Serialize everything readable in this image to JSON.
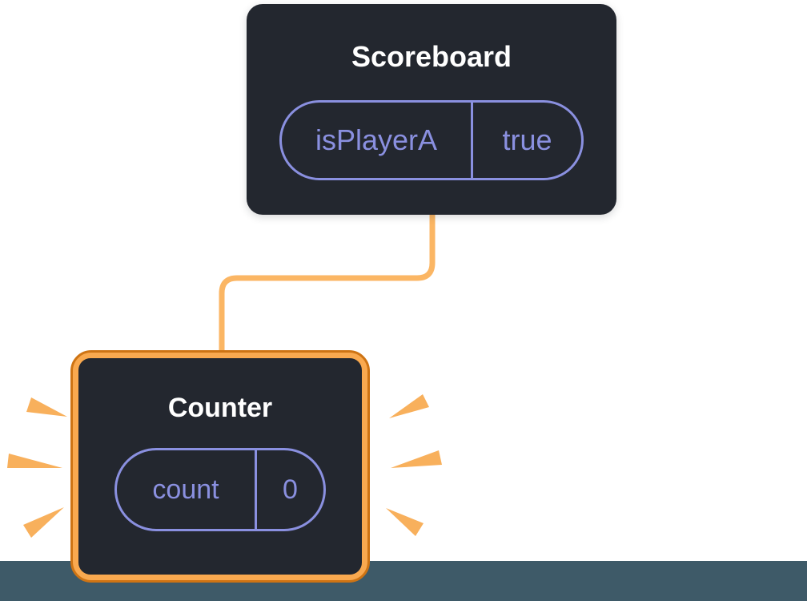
{
  "scoreboard_card": {
    "title": "Scoreboard",
    "state": {
      "key": "isPlayerA",
      "value": "true"
    }
  },
  "counter_card": {
    "title": "Counter",
    "state": {
      "key": "count",
      "value": "0"
    }
  },
  "colors": {
    "card_background": "#23272F",
    "title_text": "#FFFFFF",
    "state_purple": "#8A90E0",
    "highlight_orange_band": "#F9A94F",
    "highlight_orange_outline": "#CE7414",
    "connector_orange": "#FBB664",
    "spark_orange": "#F8B05C",
    "bottom_band": "#3E5A68",
    "page_background": "#FFFFFF"
  }
}
